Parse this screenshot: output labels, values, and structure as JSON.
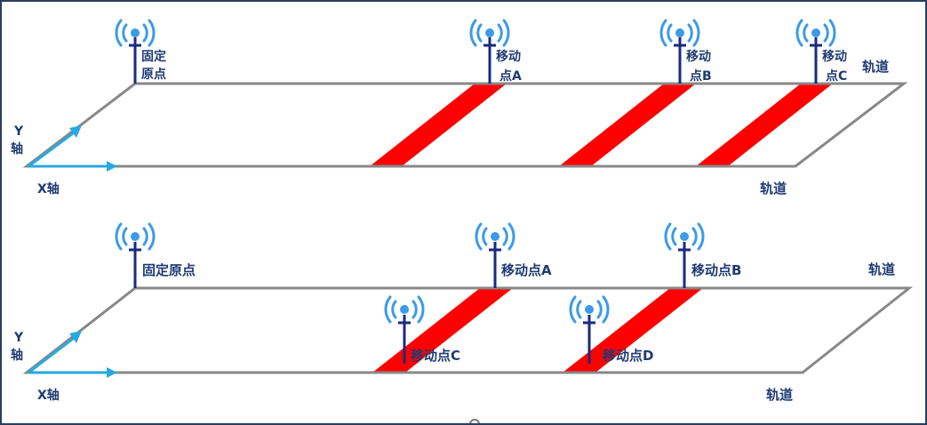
{
  "panel_top": {
    "fixed_label": [
      "固定",
      "原点"
    ],
    "point_a_label": [
      "移动",
      "点A"
    ],
    "point_b_label": [
      "移动",
      "点B"
    ],
    "point_c_label": [
      "移动",
      "点C"
    ],
    "track_top": "轨道",
    "track_bottom": "轨道",
    "y_axis": [
      "Y",
      "轴"
    ],
    "x_axis": "X轴"
  },
  "panel_bottom": {
    "fixed_label": "固定原点",
    "point_a_label": "移动点A",
    "point_b_label": "移动点B",
    "point_c_label": "移动点C",
    "point_d_label": "移动点D",
    "track_top": "轨道",
    "track_bottom": "轨道",
    "y_axis": [
      "Y",
      "轴"
    ],
    "x_axis": "X轴"
  },
  "colors": {
    "rail": "#888888",
    "bar": "#ff0000",
    "antenna": "#3b9be8",
    "mast": "#1a2a80",
    "axis_arrow": "#29a8e0",
    "label": "#1f3a73",
    "border": "#2b3d5c"
  }
}
